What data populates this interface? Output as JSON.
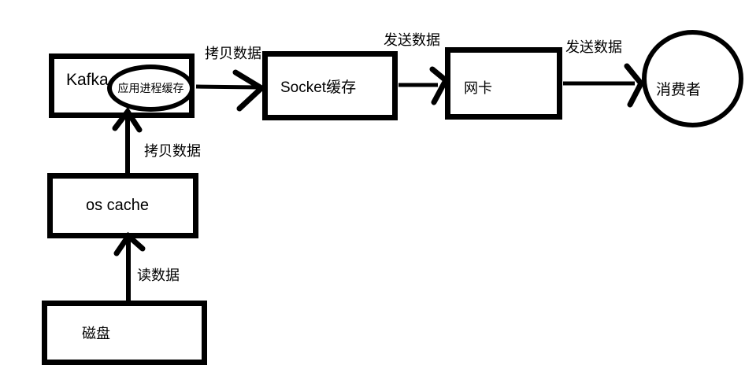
{
  "diagram": {
    "nodes": {
      "kafka": {
        "label": "Kafka",
        "shape": "rect"
      },
      "app_process_cache": {
        "label": "应用进程缓存",
        "shape": "ellipse"
      },
      "socket_buffer": {
        "label": "Socket缓存",
        "shape": "rect"
      },
      "network_card": {
        "label": "网卡",
        "shape": "rect"
      },
      "consumer": {
        "label": "消费者",
        "shape": "circle"
      },
      "os_cache": {
        "label": "os cache",
        "shape": "rect"
      },
      "disk": {
        "label": "磁盘",
        "shape": "rect"
      }
    },
    "edges": {
      "disk_to_os_cache": {
        "label": "读数据",
        "from": "disk",
        "to": "os_cache"
      },
      "os_cache_to_kafka": {
        "label": "拷贝数据",
        "from": "os_cache",
        "to": "kafka"
      },
      "kafka_to_socket_buffer": {
        "label": "拷贝数据",
        "from": "app_process_cache",
        "to": "socket_buffer"
      },
      "socket_buffer_to_nic": {
        "label": "发送数据",
        "from": "socket_buffer",
        "to": "network_card"
      },
      "nic_to_consumer": {
        "label": "发送数据",
        "from": "network_card",
        "to": "consumer"
      }
    },
    "colors": {
      "stroke": "#000000",
      "background": "#ffffff",
      "text": "#000000"
    }
  }
}
